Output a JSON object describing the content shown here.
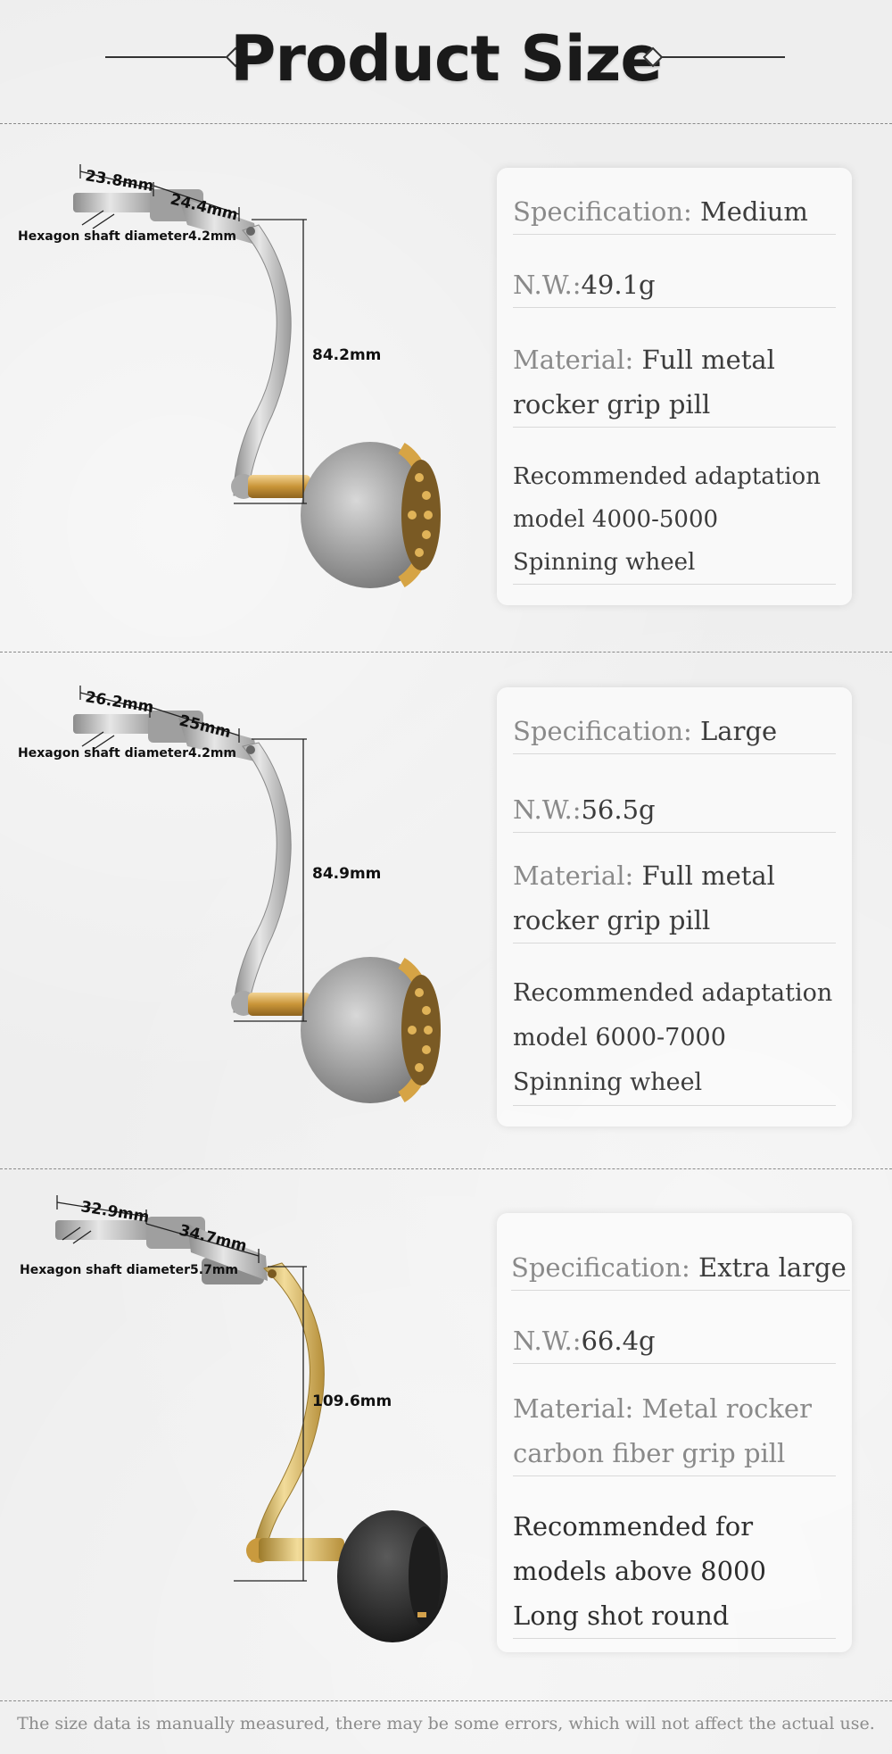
{
  "header": {
    "title": "Product Size"
  },
  "products": [
    {
      "dims": {
        "shaft_length": "23.8mm",
        "arm_length": "24.4mm",
        "hex_label": "Hexagon shaft diameter4.2mm",
        "height": "84.2mm"
      },
      "spec_label": "Specification:",
      "spec_value": "Medium",
      "nw_label": "N.W.:",
      "nw_value": "49.1g",
      "material_label": "Material:",
      "material_line1": " Full metal",
      "material_line2": "rocker grip pill",
      "rec_line1": "Recommended adaptation",
      "rec_line2": "model 4000-5000",
      "rec_line3": "Spinning wheel"
    },
    {
      "dims": {
        "shaft_length": "26.2mm",
        "arm_length": "25mm",
        "hex_label": "Hexagon shaft diameter4.2mm",
        "height": "84.9mm"
      },
      "spec_label": "Specification:",
      "spec_value": "Large",
      "nw_label": "N.W.:",
      "nw_value": "56.5g",
      "material_label": "Material:",
      "material_line1": " Full metal",
      "material_line2": "rocker grip pill",
      "rec_line1": "Recommended adaptation",
      "rec_line2": "model 6000-7000",
      "rec_line3": "Spinning wheel"
    },
    {
      "dims": {
        "shaft_length": "32.9mm",
        "arm_length": "34.7mm",
        "hex_label": "Hexagon shaft diameter5.7mm",
        "height": "109.6mm"
      },
      "spec_label": "Specification:",
      "spec_value": "Extra large",
      "nw_label": "N.W.:",
      "nw_value": "66.4g",
      "material_label": "Material: Metal rocker",
      "material_line1": "",
      "material_line2": "carbon fiber grip pill",
      "rec_line1": "Recommended for",
      "rec_line2": "models above 8000",
      "rec_line3": "Long shot round"
    }
  ],
  "footer": {
    "note": "The size data is manually measured, there may be some errors, which will not affect the actual use."
  },
  "colors": {
    "silver": "#b8b8b8",
    "gold": "#d4a24c",
    "black_knob": "#2b2b2b"
  }
}
